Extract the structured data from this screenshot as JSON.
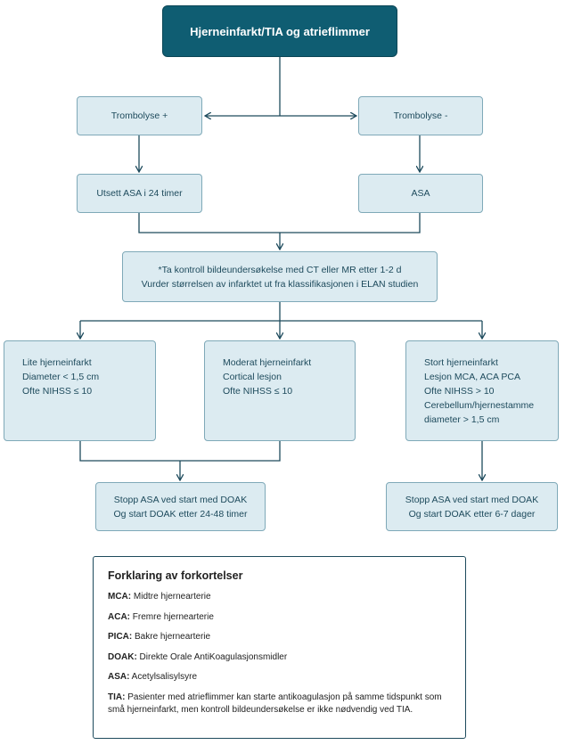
{
  "title": "Hjerneinfarkt/TIA og atrieflimmer",
  "branches": {
    "left": "Trombolyse +",
    "right": "Trombolyse -"
  },
  "actions": {
    "left": "Utsett ASA i 24 timer",
    "right": "ASA"
  },
  "control": {
    "line1": "*Ta kontroll bildeundersøkelse med CT eller MR etter 1-2 d",
    "line2": "Vurder størrelsen av infarktet ut fra klassifikasjonen i ELAN studien"
  },
  "categories": {
    "small": [
      "Lite hjerneinfarkt",
      "Diameter < 1,5 cm",
      "Ofte NIHSS ≤ 10"
    ],
    "moderate": [
      "Moderat hjerneinfarkt",
      "Cortical lesjon",
      "Ofte NIHSS ≤ 10"
    ],
    "large": [
      "Stort hjerneinfarkt",
      "Lesjon MCA, ACA PCA",
      "Ofte NIHSS > 10",
      "Cerebellum/hjernestamme",
      "diameter > 1,5 cm"
    ]
  },
  "outcomes": {
    "early": [
      "Stopp ASA ved start med DOAK",
      "Og start DOAK etter 24-48 timer"
    ],
    "late": [
      "Stopp ASA ved start med DOAK",
      "Og start DOAK etter 6-7 dager"
    ]
  },
  "legend": {
    "title": "Forklaring av forkortelser",
    "items": [
      {
        "abbr": "MCA:",
        "text": " Midtre hjernearterie"
      },
      {
        "abbr": "ACA:",
        "text": " Fremre hjernearterie"
      },
      {
        "abbr": "PICA:",
        "text": " Bakre hjernearterie"
      },
      {
        "abbr": "DOAK:",
        "text": " Direkte Orale AntiKoagulasjonsmidler"
      },
      {
        "abbr": "ASA:",
        "text": " Acetylsalisylsyre"
      },
      {
        "abbr": "TIA:",
        "text": " Pasienter med atrieflimmer kan starte antikoagulasjon på samme tidspunkt som små hjerneinfarkt, men kontroll bildeundersøkelse er ikke nødvendig ved TIA."
      }
    ]
  },
  "colors": {
    "title_bg": "#0f5d72",
    "box_bg": "#dcebf1",
    "box_border": "#7fa9b8",
    "connector": "#1d4a5c"
  }
}
